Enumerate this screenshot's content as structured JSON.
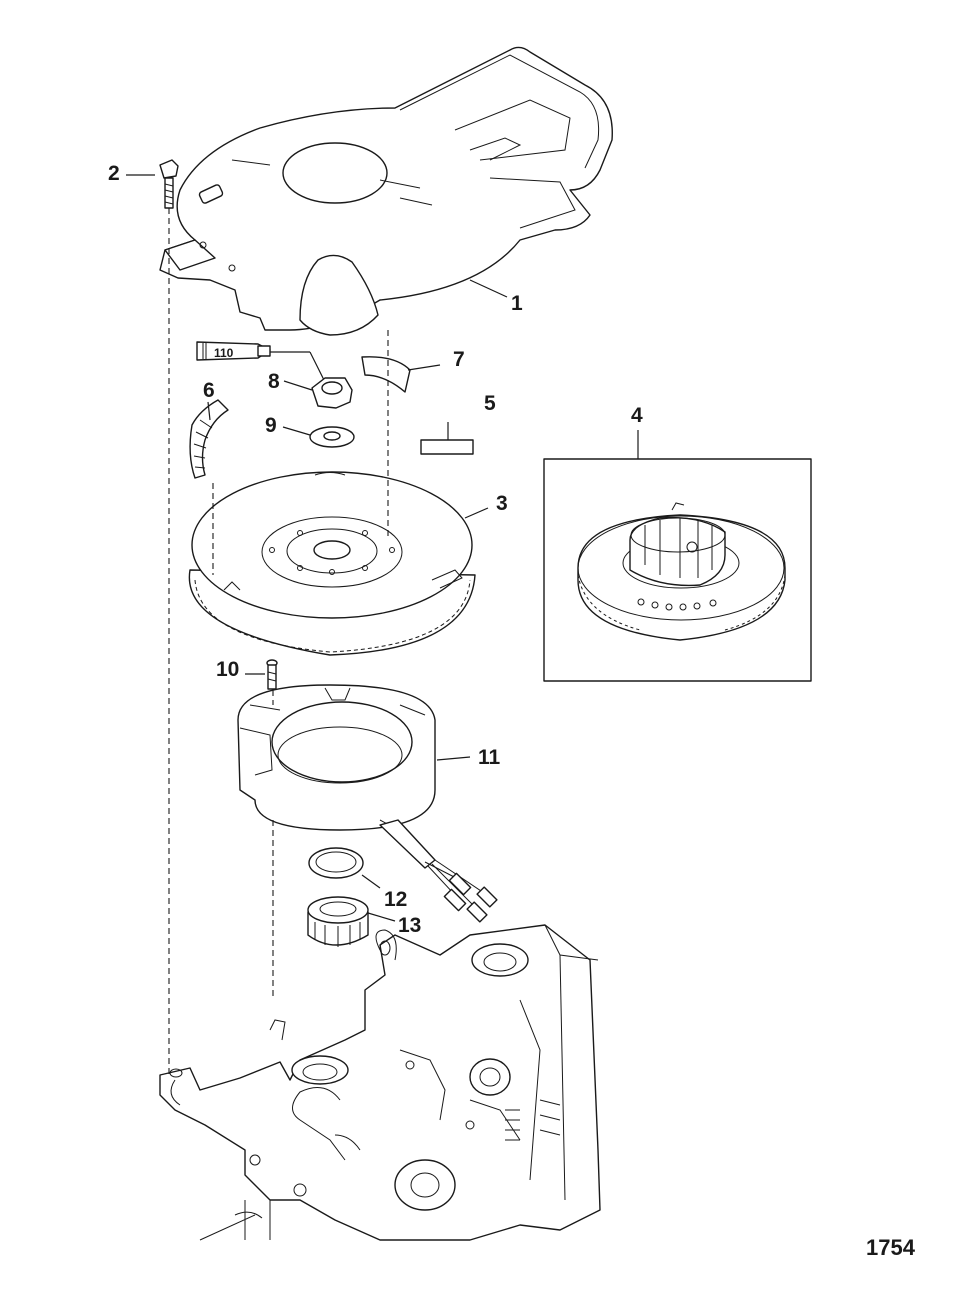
{
  "figure": {
    "number": "1754",
    "callouts": [
      {
        "id": "1",
        "label": "1"
      },
      {
        "id": "2",
        "label": "2"
      },
      {
        "id": "3",
        "label": "3"
      },
      {
        "id": "4",
        "label": "4"
      },
      {
        "id": "5",
        "label": "5"
      },
      {
        "id": "6",
        "label": "6"
      },
      {
        "id": "7",
        "label": "7"
      },
      {
        "id": "8",
        "label": "8"
      },
      {
        "id": "9",
        "label": "9"
      },
      {
        "id": "10",
        "label": "10"
      },
      {
        "id": "11",
        "label": "11"
      },
      {
        "id": "12",
        "label": "12"
      },
      {
        "id": "13",
        "label": "13"
      }
    ],
    "tube_label": "110"
  }
}
